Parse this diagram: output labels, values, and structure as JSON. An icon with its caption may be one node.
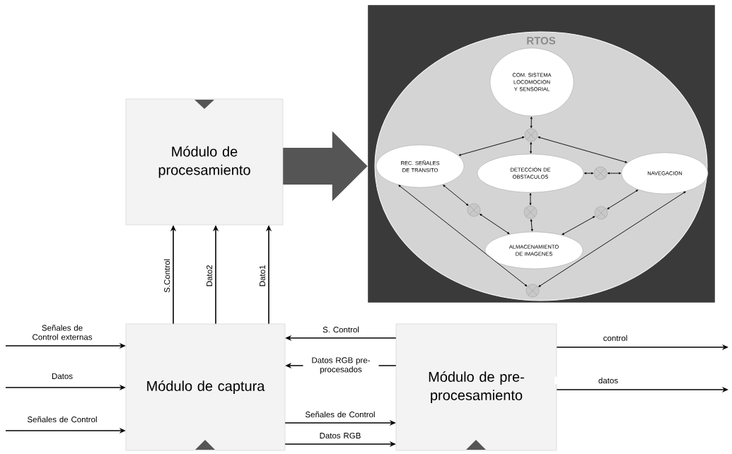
{
  "diagram": {
    "nodes": [
      {
        "text": [
          "Módulo de procesamiento"
        ]
      },
      {
        "text": [
          "Módulo de captura"
        ]
      },
      {
        "text": [
          "Módulo de pre-procesamiento"
        ]
      },
      {
        "text": [],
        "shape": "box"
      },
      {
        "text": [
          "RTOS"
        ],
        "in": 3
      },
      {
        "text": [
          "COM. SISTEMA LOCOMOCION Y SENSORIAL"
        ],
        "in": 4
      },
      {
        "text": [
          "REC. SEÑALES DE TRANSITO"
        ],
        "in": 4
      },
      {
        "text": [
          "DETECCION DE OBSTACULOS"
        ],
        "in": 4
      },
      {
        "text": [
          "NAVEGACION"
        ],
        "in": 4
      },
      {
        "text": [
          "ALMACENAMIENTO DE IMAGENES"
        ],
        "in": 4
      },
      {
        "text": [],
        "shape": "circle",
        "in": 4
      },
      {
        "text": [],
        "shape": "circle",
        "in": 4
      },
      {
        "text": [],
        "shape": "circle",
        "in": 4
      },
      {
        "text": [],
        "shape": "circle",
        "in": 4
      },
      {
        "text": [],
        "shape": "circle",
        "in": 4
      },
      {
        "text": [],
        "shape": "circle",
        "in": 4
      }
    ],
    "edges": [
      {
        "from": 0,
        "to": 3,
        "arrow": "to",
        "style": "thick"
      },
      {
        "from": 1,
        "to": 0,
        "arrow": "to",
        "label": "S.Control"
      },
      {
        "from": 1,
        "to": 0,
        "arrow": "to",
        "label": "Dato2"
      },
      {
        "from": 1,
        "to": 0,
        "arrow": "to",
        "label": "Dato1"
      },
      {
        "from": null,
        "to": 1,
        "arrow": "to",
        "label": "Señales de Control externas"
      },
      {
        "from": null,
        "to": 1,
        "arrow": "to",
        "label": "Datos"
      },
      {
        "from": null,
        "to": 1,
        "arrow": "to",
        "label": "Señales de Control"
      },
      {
        "from": 2,
        "to": 1,
        "arrow": "to",
        "label": "S. Control"
      },
      {
        "from": 2,
        "to": 1,
        "arrow": "to",
        "label": "Datos RGB pre-procesados"
      },
      {
        "from": 1,
        "to": 2,
        "arrow": "to",
        "label": "Señales de Control"
      },
      {
        "from": 1,
        "to": 2,
        "arrow": "to",
        "label": "Datos RGB"
      },
      {
        "from": 2,
        "to": null,
        "arrow": "to",
        "label": "control"
      },
      {
        "from": 2,
        "to": null,
        "arrow": "to",
        "label": "datos"
      },
      {
        "from": 5,
        "to": 10,
        "arrow": "both"
      },
      {
        "from": 10,
        "to": 6,
        "arrow": "both"
      },
      {
        "from": 10,
        "to": 8,
        "arrow": "both"
      },
      {
        "from": 10,
        "to": 7,
        "arrow": "both"
      },
      {
        "from": 7,
        "to": 11,
        "arrow": "both"
      },
      {
        "from": 11,
        "to": 8,
        "arrow": "both"
      },
      {
        "from": 6,
        "to": 12,
        "arrow": "both"
      },
      {
        "from": 12,
        "to": 9,
        "arrow": "both"
      },
      {
        "from": 7,
        "to": 13,
        "arrow": "both"
      },
      {
        "from": 13,
        "to": 9,
        "arrow": "both"
      },
      {
        "from": 8,
        "to": 14,
        "arrow": "both"
      },
      {
        "from": 14,
        "to": 9,
        "arrow": "both"
      },
      {
        "from": 6,
        "to": 15,
        "arrow": "both"
      },
      {
        "from": 8,
        "to": 15,
        "arrow": "both"
      }
    ]
  }
}
